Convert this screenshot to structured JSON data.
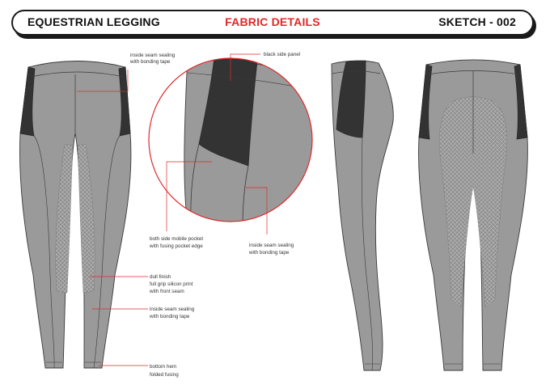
{
  "header": {
    "left_title": "EQUESTRIAN LEGGING",
    "center_title": "FABRIC DETAILS",
    "right_title": "SKETCH - 002"
  },
  "callouts": [
    {
      "id": "seam-top",
      "lines": [
        "inside seam sealing",
        "with bonding tape"
      ]
    },
    {
      "id": "side-panel",
      "lines": [
        "black side panel"
      ]
    },
    {
      "id": "pocket",
      "lines": [
        "both side mobile pocket",
        "with fusing pocket edge"
      ]
    },
    {
      "id": "seam-zoom",
      "lines": [
        "inside seam sealing",
        "with bonding tape"
      ]
    },
    {
      "id": "grip",
      "lines": [
        "dull finish",
        "full grip silicon print",
        "with front seam"
      ]
    },
    {
      "id": "seam-lower",
      "lines": [
        "inside seam sealing",
        "with bonding tape"
      ]
    },
    {
      "id": "hem",
      "lines": [
        "bottom hem",
        "folded fusing"
      ]
    }
  ],
  "colors": {
    "fabric": "#9a9a9a",
    "panel": "#333333",
    "outline": "#3a3a3a",
    "leader": "#e0282a",
    "title_accent": "#e0282a"
  }
}
